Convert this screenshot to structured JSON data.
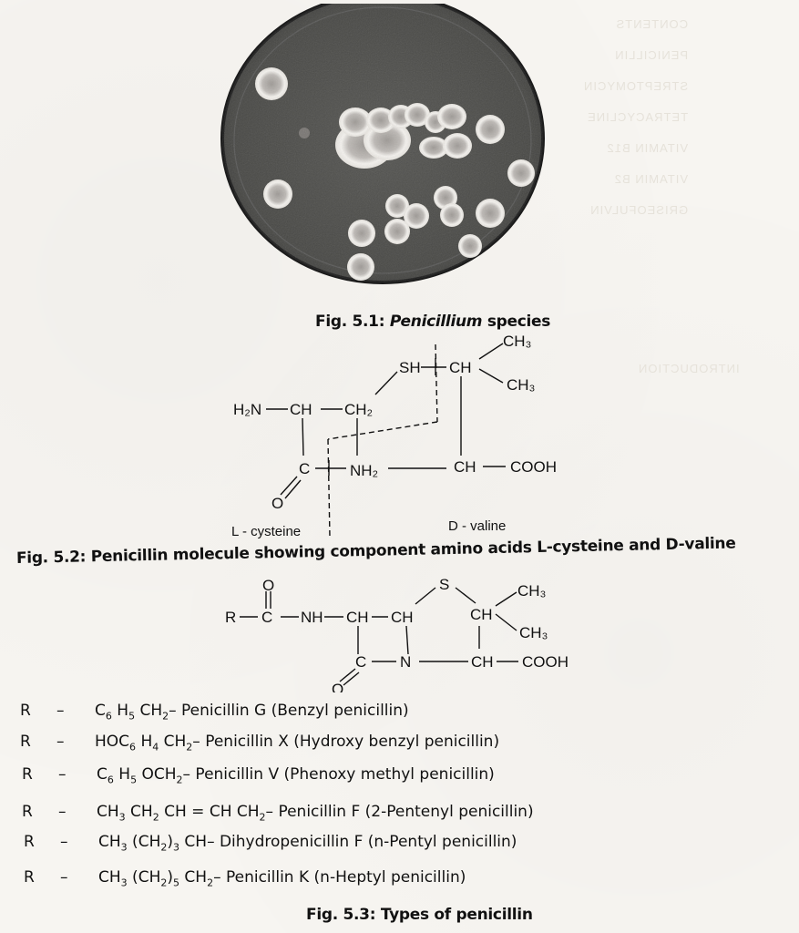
{
  "figure_5_1": {
    "caption_prefix": "Fig. 5.1: ",
    "caption_italic": "Penicillium",
    "caption_suffix": " species",
    "image_description": "Petri dish with white circular Penicillium colonies on dark agar",
    "colors": {
      "agar": "#4a4a48",
      "colony_rim": "#f2f0ec",
      "colony_center": "#a8a4a0",
      "dish_rim": "#1e1e1e"
    }
  },
  "figure_5_2": {
    "caption": "Fig. 5.2: Penicillin molecule showing component amino acids L-cysteine and D-valine",
    "labels": {
      "h2n": "H₂N",
      "ch_left": "CH",
      "ch2": "CH₂",
      "sh": "SH",
      "ch_valine_top": "CH",
      "ch3_top": "CH₃",
      "ch3_bottom": "CH₃",
      "c_carbonyl": "C",
      "o": "O",
      "nh2": "NH₂",
      "ch_valine_bottom": "CH",
      "cooh": "COOH",
      "l_cysteine": "L - cysteine",
      "d_valine": "D - valine"
    }
  },
  "figure_5_3": {
    "caption": "Fig. 5.3: Types of penicillin",
    "structure_labels": {
      "r": "R",
      "o_top": "O",
      "c_acyl": "C",
      "nh": "NH",
      "ch_1": "CH",
      "ch_2": "CH",
      "s": "S",
      "ch_3": "CH",
      "ch3_top": "CH₃",
      "ch3_bottom": "CH₃",
      "c_lactam": "C",
      "o_lactam": "O",
      "n": "N",
      "ch_4": "CH",
      "cooh": "COOH"
    },
    "types": [
      {
        "r": "R",
        "dash": "–",
        "formula_html": "C<sub>6</sub> H<sub>5</sub> CH<sub>2</sub>",
        "name": "– Penicillin G (Benzyl penicillin)"
      },
      {
        "r": "R",
        "dash": "–",
        "formula_html": "HOC<sub>6</sub> H<sub>4</sub> CH<sub>2</sub>",
        "name": "– Penicillin X (Hydroxy benzyl penicillin)"
      },
      {
        "r": "R",
        "dash": "–",
        "formula_html": "C<sub>6</sub> H<sub>5</sub> OCH<sub>2</sub>",
        "name": "– Penicillin V (Phenoxy methyl penicillin)"
      },
      {
        "r": "R",
        "dash": "–",
        "formula_html": "CH<sub>3</sub> CH<sub>2</sub> CH = CH CH<sub>2</sub>",
        "name": " – Penicillin F (2-Pentenyl penicillin)"
      },
      {
        "r": "R",
        "dash": "–",
        "formula_html": "CH<sub>3</sub> (CH<sub>2</sub>)<sub>3</sub> CH",
        "name": " – Dihydropenicillin F (n-Pentyl penicillin)"
      },
      {
        "r": "R",
        "dash": "–",
        "formula_html": "CH<sub>3</sub> (CH<sub>2</sub>)<sub>5</sub> CH<sub>2</sub>",
        "name": " – Penicillin K (n-Heptyl penicillin)"
      }
    ]
  },
  "bleed_through": {
    "right_column": [
      "CONTENTS",
      "INTRODUCTION",
      "PENICILLIN",
      "STREPTOMYCIN",
      "TETRACYCLINE",
      "VITAMIN B12",
      "VITAMIN B2",
      "GRISEOFULVIN"
    ],
    "right_column_lower": [
      "INTRODUCTION"
    ]
  }
}
